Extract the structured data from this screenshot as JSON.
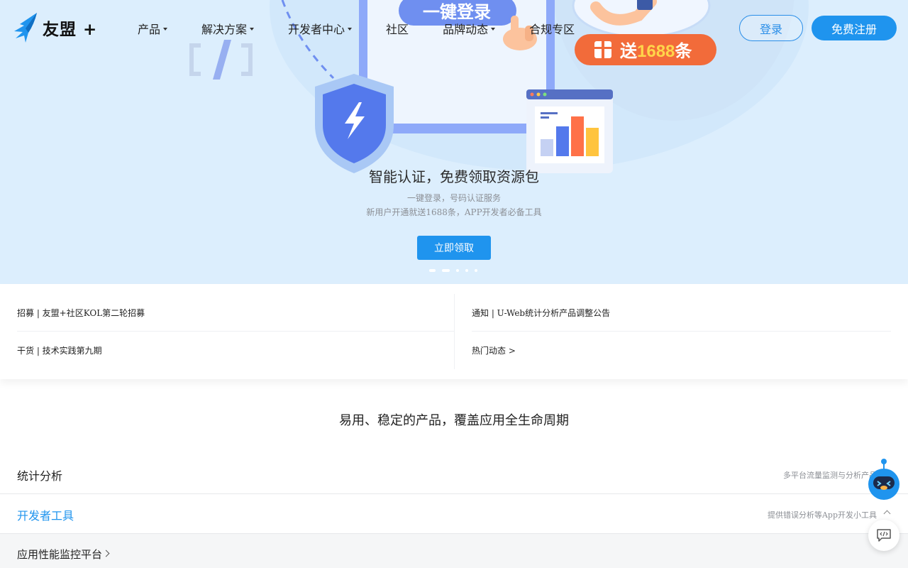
{
  "brand": {
    "name": "友盟 +"
  },
  "nav": {
    "items": [
      {
        "label": "产品",
        "dropdown": true
      },
      {
        "label": "解决方案",
        "dropdown": true
      },
      {
        "label": "开发者中心",
        "dropdown": true
      },
      {
        "label": "社区",
        "dropdown": false
      },
      {
        "label": "品牌动态",
        "dropdown": true
      },
      {
        "label": "合规专区",
        "dropdown": false
      }
    ],
    "login_label": "登录",
    "register_label": "免费注册"
  },
  "hero": {
    "illustration": {
      "login_button_text": "一键登录",
      "gift_text_prefix": "送",
      "gift_number": "1688",
      "gift_text_suffix": "条"
    },
    "title": "智能认证，免费领取资源包",
    "subtitle_line1": "一键登录，号码认证服务",
    "subtitle_line2": "新用户开通就送1688条，APP开发者必备工具",
    "cta_label": "立即领取",
    "carousel_count": 5,
    "carousel_active": 1
  },
  "news": {
    "left": [
      "招募 | 友盟+社区KOL第二轮招募",
      "干货 | 技术实践第九期"
    ],
    "right": [
      "通知 | U-Web统计分析产品调整公告",
      "热门动态 >"
    ]
  },
  "products": {
    "section_title": "易用、稳定的产品，覆盖应用全生命周期",
    "rows": [
      {
        "title": "统计分析",
        "desc": "多平台流量监测与分析产品"
      },
      {
        "title": "开发者工具",
        "desc": "提供错误分析等App开发小工具"
      }
    ],
    "sub_item": "应用性能监控平台"
  },
  "colors": {
    "accent": "#1f94ee",
    "hero_bg": "#dceefd",
    "gift_orange": "#f26b3a",
    "gift_yellow": "#ffd54a"
  }
}
